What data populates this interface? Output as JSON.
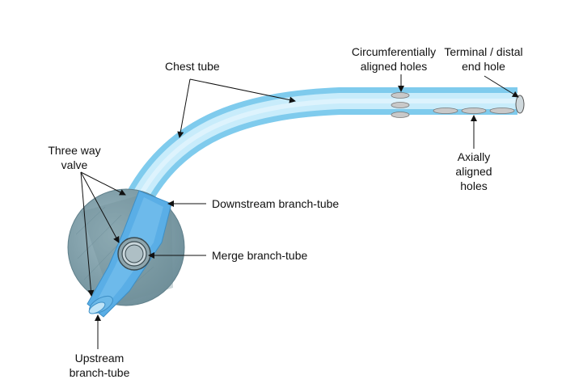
{
  "labels": {
    "chest_tube": "Chest tube",
    "circumferential_line1": "Circumferentially",
    "circumferential_line2": "aligned holes",
    "terminal_line1": "Terminal / distal",
    "terminal_line2": "end hole",
    "axial_line1": "Axially",
    "axial_line2": "aligned",
    "axial_line3": "holes",
    "three_way_line1": "Three way",
    "three_way_line2": "valve",
    "downstream": "Downstream branch-tube",
    "merge": "Merge branch-tube",
    "upstream_line1": "Upstream",
    "upstream_line2": "branch-tube"
  },
  "colors": {
    "tube_light": "#cdeefb",
    "tube_mid": "#9fdaf4",
    "tube_dark": "#6cc3ea",
    "valve_body": "#7e9faa",
    "valve_dark": "#5f7f8a",
    "branch_tube": "#5aaee6",
    "hole": "#c9c9c9",
    "line": "#111111"
  }
}
